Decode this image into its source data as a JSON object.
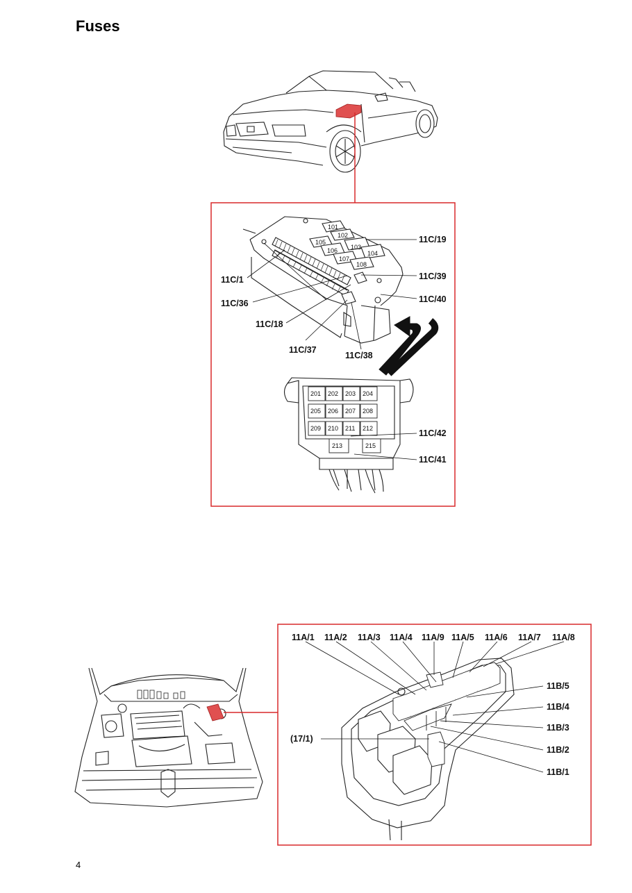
{
  "title": "Fuses",
  "page_number": "4",
  "colors": {
    "highlight": "#e05050",
    "frame": "#d8282a"
  },
  "upper_diagram": {
    "fuse_numbers_top": [
      "101",
      "102",
      "103",
      "104",
      "105",
      "106",
      "107",
      "108"
    ],
    "fuse_numbers_lower": [
      "201",
      "202",
      "203",
      "204",
      "205",
      "206",
      "207",
      "208",
      "209",
      "210",
      "211",
      "212",
      "213",
      "215"
    ],
    "labels": {
      "c19": "11C/19",
      "c39": "11C/39",
      "c40": "11C/40",
      "c1": "11C/1",
      "c36": "11C/36",
      "c18": "11C/18",
      "c37": "11C/37",
      "c38": "11C/38",
      "c42": "11C/42",
      "c41": "11C/41"
    }
  },
  "lower_diagram": {
    "top_labels": [
      "11A/1",
      "11A/2",
      "11A/3",
      "11A/4",
      "11A/9",
      "11A/5",
      "11A/6",
      "11A/7",
      "11A/8"
    ],
    "right_labels": [
      "11B/5",
      "11B/4",
      "11B/3",
      "11B/2",
      "11B/1"
    ],
    "left_label": "(17/1)"
  }
}
